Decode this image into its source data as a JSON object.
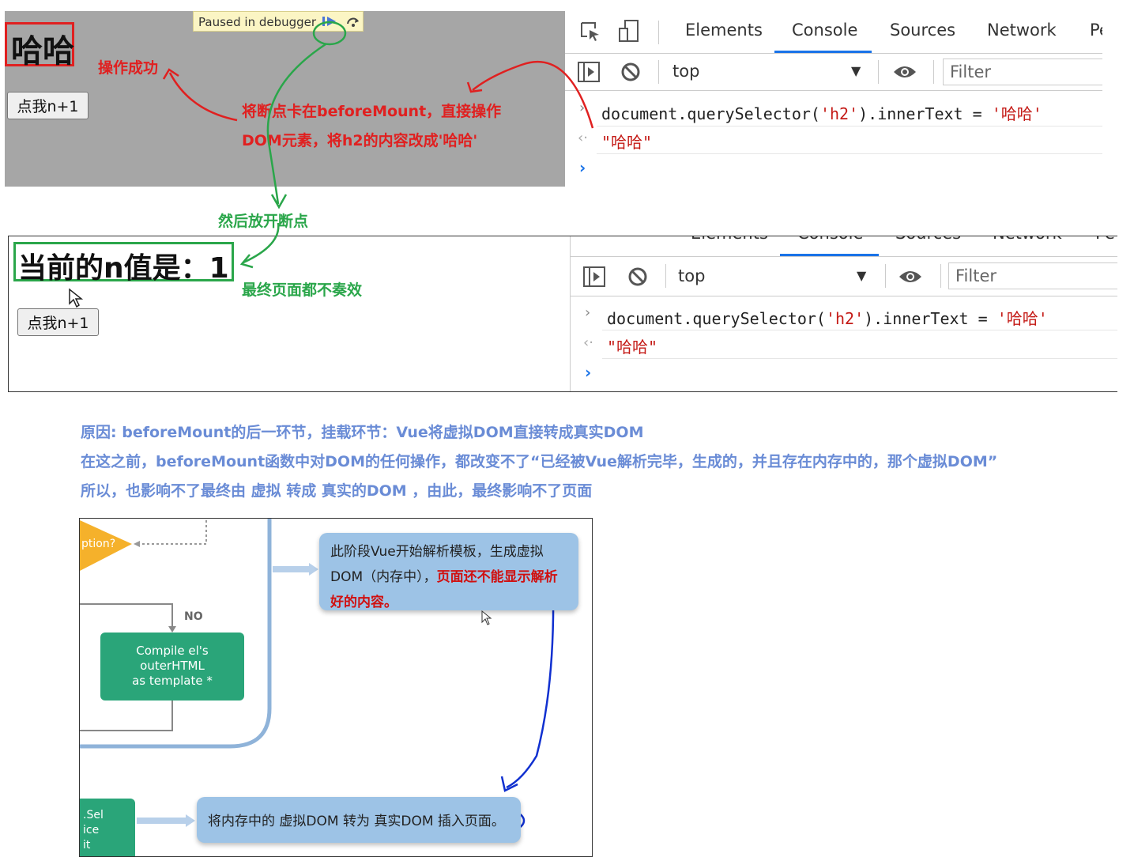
{
  "paused_page": {
    "heading": "哈哈",
    "button_label": "点我n+1",
    "debugger_banner": "Paused in debugger"
  },
  "devtools": {
    "tabs": [
      "Elements",
      "Console",
      "Sources",
      "Network",
      "Pe"
    ],
    "active_tab": "Console",
    "context_selector": "top",
    "filter_placeholder": "Filter",
    "input_line": "document.querySelector('h2').innerText = '哈哈'",
    "result_line": "\"哈哈\""
  },
  "resumed_page": {
    "heading": "当前的n值是：1",
    "button_label": "点我n+1"
  },
  "devtools_b": {
    "tabs": [
      "Elements",
      "Console",
      "Sources",
      "Network",
      "Pe"
    ],
    "context_selector": "top",
    "filter_placeholder": "Filter",
    "input_line": "document.querySelector('h2').innerText = '哈哈'",
    "result_line": "\"哈哈\""
  },
  "annotations": {
    "success": "操作成功",
    "breakpoint_line1": "将断点卡在beforeMount，直接操作",
    "breakpoint_line2": "DOM元素，将h2的内容改成'哈哈'",
    "release": "然后放开断点",
    "no_effect": "最终页面都不奏效"
  },
  "explanation": {
    "line1": "原因: beforeMount的后一环节，挂载环节：Vue将虚拟DOM直接转成真实DOM",
    "line2": "在这之前，beforeMount函数中对DOM的任何操作，都改变不了“已经被Vue解析完毕，生成的，并且存在内存中的，那个虚拟DOM”",
    "line3": "所以，也影响不了最终由 虚拟 转成 真实的DOM ，由此，最终影响不了页面"
  },
  "diagram": {
    "option_label": "ption?",
    "no_label": "NO",
    "compile_box": [
      "Compile el's",
      "outerHTML",
      "as template *"
    ],
    "box1_text": "此阶段Vue开始解析模板，生成虚拟DOM（内存中），",
    "box1_red": "页面还不能显示解析好的内容。",
    "box2_text": "将内存中的 虚拟DOM 转为 真实DOM 插入页面。",
    "partial_box": [
      ".Sel",
      "ice",
      "it"
    ]
  },
  "colors": {
    "accent_red": "#e02020",
    "accent_green": "#2aa64a",
    "accent_blue_text": "#6a8cd6",
    "devtools_active": "#1a73e8",
    "diagram_blue": "#9dc3e6",
    "diagram_green": "#2aa579",
    "diagram_orange": "#f5b12b"
  }
}
